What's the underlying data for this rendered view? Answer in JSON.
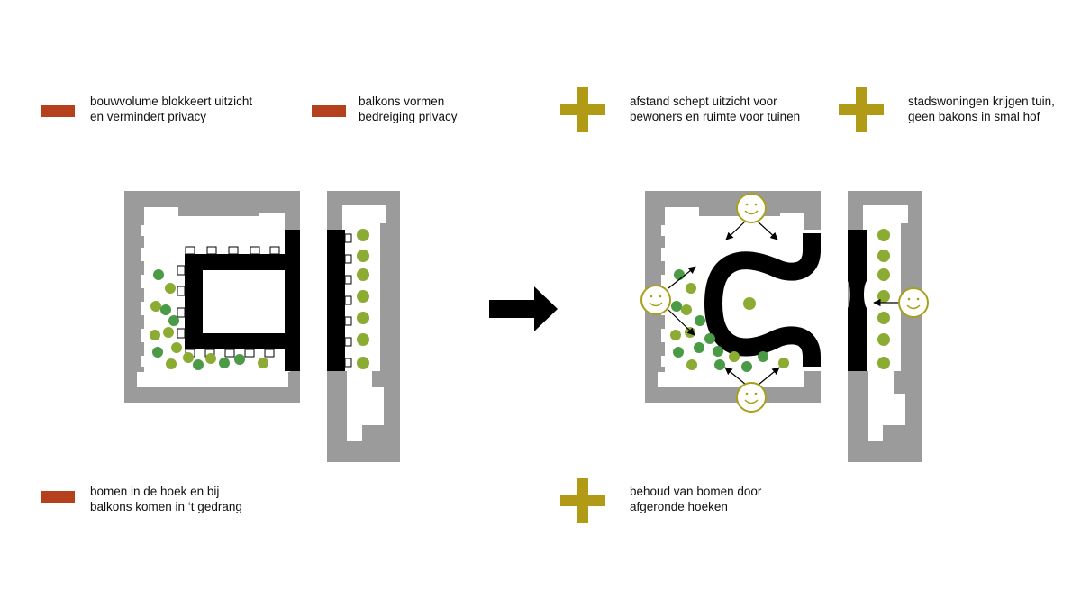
{
  "colors": {
    "negative": "#b5401d",
    "positive": "#b09a16",
    "building": "#9b9b9b",
    "block": "#000000",
    "tree_light": "#8bab33",
    "tree_dark": "#4a9a46",
    "smiley": "#a8a01c"
  },
  "icons": {
    "negative": "minus-bar-icon",
    "positive": "plus-cross-icon",
    "transition": "arrow-right-icon",
    "resident": "smiley-face-icon"
  },
  "legend": {
    "top_left_1": {
      "line1": "bouwvolume blokkeert uitzicht",
      "line2": "en vermindert privacy"
    },
    "top_left_2": {
      "line1": "balkons vormen",
      "line2": "bedreiging privacy"
    },
    "top_right_1": {
      "line1": "afstand schept uitzicht voor",
      "line2": "bewoners en ruimte voor tuinen"
    },
    "top_right_2": {
      "line1": "stadswoningen krijgen tuin,",
      "line2": "geen bakons in smal hof"
    },
    "bottom_left": {
      "line1": "bomen in de hoek en bij",
      "line2": "balkons komen in ‘t gedrang"
    },
    "bottom_right": {
      "line1": "behoud van bomen door",
      "line2": "afgeronde hoeken"
    }
  }
}
